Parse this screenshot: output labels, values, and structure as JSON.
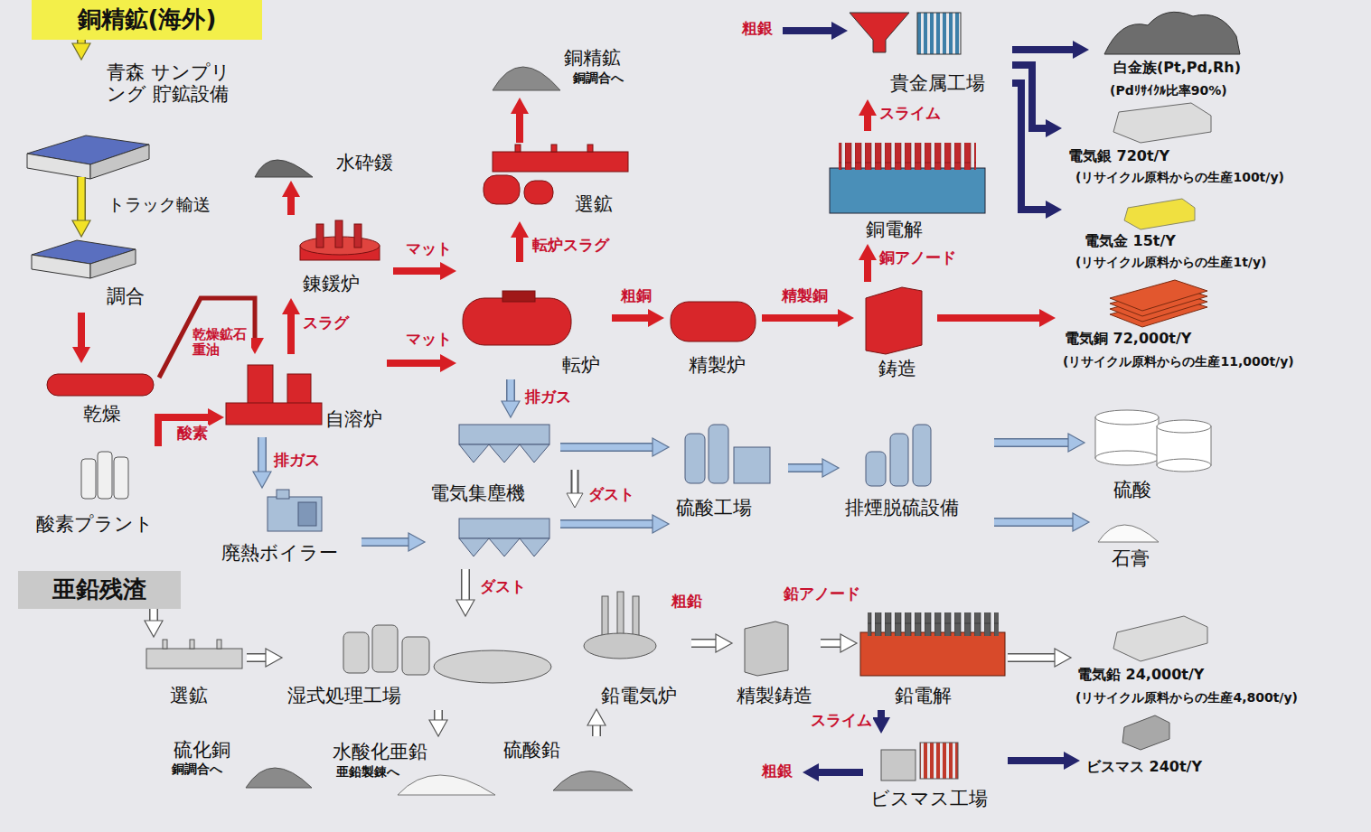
{
  "diagram": {
    "nodes": [
      {
        "text": [
          "銅精鉱(海外)"
        ]
      },
      {
        "text": [
          "青森 サンプリング 貯鉱設備"
        ]
      },
      {
        "text": [
          "調合"
        ]
      },
      {
        "text": [
          "乾燥"
        ]
      },
      {
        "text": [
          "酸素プラント"
        ]
      },
      {
        "text": [
          "自溶炉"
        ]
      },
      {
        "text": [
          "錬鍰炉"
        ]
      },
      {
        "text": [
          "水砕鍰"
        ]
      },
      {
        "text": [
          "転炉"
        ]
      },
      {
        "text": [
          "選鉱"
        ]
      },
      {
        "text": [
          "銅精鉱",
          "銅調合へ"
        ]
      },
      {
        "text": [
          "精製炉"
        ]
      },
      {
        "text": [
          "鋳造"
        ]
      },
      {
        "text": [
          "銅電解"
        ]
      },
      {
        "text": [
          "貴金属工場"
        ]
      },
      {
        "text": [
          "白金族(Pt,Pd,Rh)",
          "(Pdﾘｻｲｸﾙ比率90%)"
        ]
      },
      {
        "text": [
          "電気銀 720t/Y",
          "(リサイクル原料からの生産100t/y)"
        ]
      },
      {
        "text": [
          "電気金 15t/Y",
          "(リサイクル原料からの生産1t/y)"
        ]
      },
      {
        "text": [
          "電気銅 72,000t/Y",
          "(リサイクル原料からの生産11,000t/y)"
        ]
      },
      {
        "text": [
          "電気集塵機"
        ]
      },
      {
        "text": [
          "廃熱ボイラー"
        ]
      },
      {
        "text": [
          "硫酸工場"
        ]
      },
      {
        "text": [
          "排煙脱硫設備"
        ]
      },
      {
        "text": [
          "硫酸"
        ]
      },
      {
        "text": [
          "石膏"
        ]
      },
      {
        "text": [
          "亜鉛残渣"
        ]
      },
      {
        "text": [
          "選鉱"
        ]
      },
      {
        "text": [
          "湿式処理工場"
        ]
      },
      {
        "text": [
          "硫化銅",
          "銅調合へ"
        ]
      },
      {
        "text": [
          "水酸化亜鉛",
          "亜鉛製錬へ"
        ]
      },
      {
        "text": [
          "硫酸鉛"
        ]
      },
      {
        "text": [
          "鉛電気炉"
        ]
      },
      {
        "text": [
          "精製鋳造"
        ]
      },
      {
        "text": [
          "鉛電解"
        ]
      },
      {
        "text": [
          "ビスマス工場"
        ]
      },
      {
        "text": [
          "電気鉛 24,000t/Y",
          "(リサイクル原料からの生産4,800t/y)"
        ]
      },
      {
        "text": [
          "ビスマス 240t/Y"
        ]
      }
    ],
    "edges": [
      {
        "from": 0,
        "to": 1,
        "arrow": "to"
      },
      {
        "from": 1,
        "to": 2,
        "label": "トラック輸送",
        "arrow": "to"
      },
      {
        "from": 2,
        "to": 3,
        "arrow": "to"
      },
      {
        "from": 3,
        "to": 5,
        "label": "乾燥鉱石 重油",
        "arrow": "to"
      },
      {
        "from": 4,
        "to": 5,
        "label": "酸素",
        "arrow": "to"
      },
      {
        "from": 5,
        "to": 6,
        "label": "スラグ",
        "arrow": "to"
      },
      {
        "from": 6,
        "to": 7,
        "arrow": "to"
      },
      {
        "from": 6,
        "to": 8,
        "label": "マット",
        "arrow": "to"
      },
      {
        "from": 5,
        "to": 8,
        "label": "マット",
        "arrow": "to"
      },
      {
        "from": 8,
        "to": 9,
        "label": "転炉スラグ",
        "arrow": "to"
      },
      {
        "from": 9,
        "to": 10,
        "arrow": "to"
      },
      {
        "from": 8,
        "to": 11,
        "label": "粗銅",
        "arrow": "to"
      },
      {
        "from": 11,
        "to": 12,
        "label": "精製銅",
        "arrow": "to"
      },
      {
        "from": 12,
        "to": 13,
        "label": "銅アノード",
        "arrow": "to"
      },
      {
        "from": 13,
        "to": 14,
        "label": "スライム",
        "arrow": "to"
      },
      {
        "from": 14,
        "to": 15,
        "arrow": "to"
      },
      {
        "from": 14,
        "to": 16,
        "arrow": "to"
      },
      {
        "from": 14,
        "to": 17,
        "arrow": "to"
      },
      {
        "from": 12,
        "to": 18,
        "arrow": "to"
      },
      {
        "from": 5,
        "to": 20,
        "label": "排ガス",
        "arrow": "to"
      },
      {
        "from": 20,
        "to": 19,
        "arrow": "to"
      },
      {
        "from": 8,
        "to": 19,
        "label": "排ガス",
        "arrow": "to"
      },
      {
        "from": 19,
        "to": 21,
        "arrow": "to"
      },
      {
        "from": 19,
        "to": 21,
        "arrow": "to"
      },
      {
        "from": 21,
        "to": 22,
        "arrow": "to"
      },
      {
        "from": 22,
        "to": 23,
        "arrow": "to"
      },
      {
        "from": 22,
        "to": 24,
        "arrow": "to"
      },
      {
        "from": 25,
        "to": 26,
        "arrow": "to"
      },
      {
        "from": 26,
        "to": 27,
        "arrow": "to"
      },
      {
        "from": 19,
        "to": 27,
        "label": "ダスト",
        "arrow": "to"
      },
      {
        "from": 27,
        "to": 29,
        "arrow": "to"
      },
      {
        "from": 30,
        "to": 31,
        "arrow": "to"
      },
      {
        "from": 31,
        "to": 32,
        "label": "粗鉛",
        "arrow": "to"
      },
      {
        "from": 32,
        "to": 33,
        "label": "鉛アノード",
        "arrow": "to"
      },
      {
        "from": 33,
        "to": 34,
        "label": "スライム",
        "arrow": "to"
      },
      {
        "from": 33,
        "to": 35,
        "arrow": "to"
      },
      {
        "from": 34,
        "to": 36,
        "arrow": "to"
      }
    ],
    "labels": [
      "粗銀",
      "ダスト",
      "粗銀"
    ]
  }
}
